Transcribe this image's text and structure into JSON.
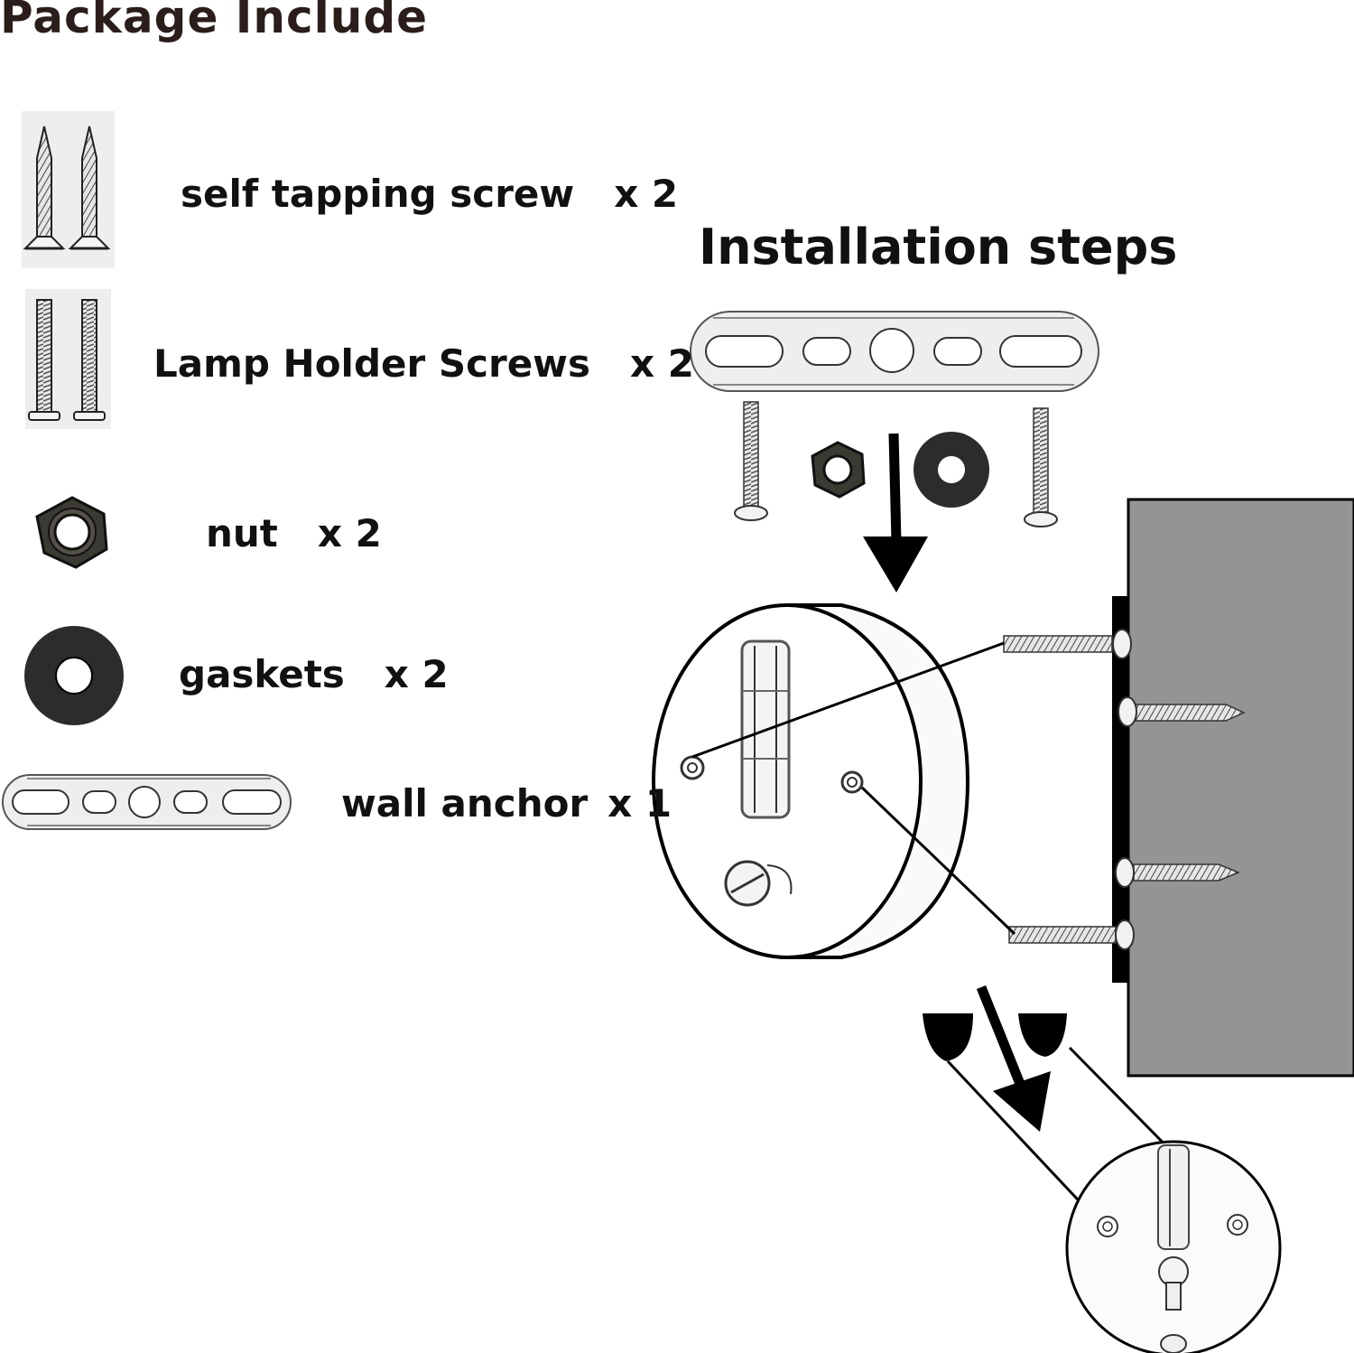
{
  "package": {
    "title": "Package Include",
    "items": [
      {
        "name": "self tapping screw",
        "qty": "x 2",
        "icon": "self-tapping-screw-icon"
      },
      {
        "name": "Lamp Holder Screws",
        "qty": "x 2",
        "icon": "lamp-holder-screw-icon"
      },
      {
        "name": "nut",
        "qty": "x 2",
        "icon": "nut-icon"
      },
      {
        "name": "gaskets",
        "qty": "x 2",
        "icon": "gasket-icon"
      },
      {
        "name": "wall anchor",
        "qty": "x 1",
        "icon": "wall-anchor-bracket-icon"
      }
    ]
  },
  "installation": {
    "title": "Installation steps"
  },
  "colors": {
    "wall": "#949494",
    "ink": "#111111",
    "title_brown": "#2b1e1a",
    "metal": "#e8e8e8"
  }
}
